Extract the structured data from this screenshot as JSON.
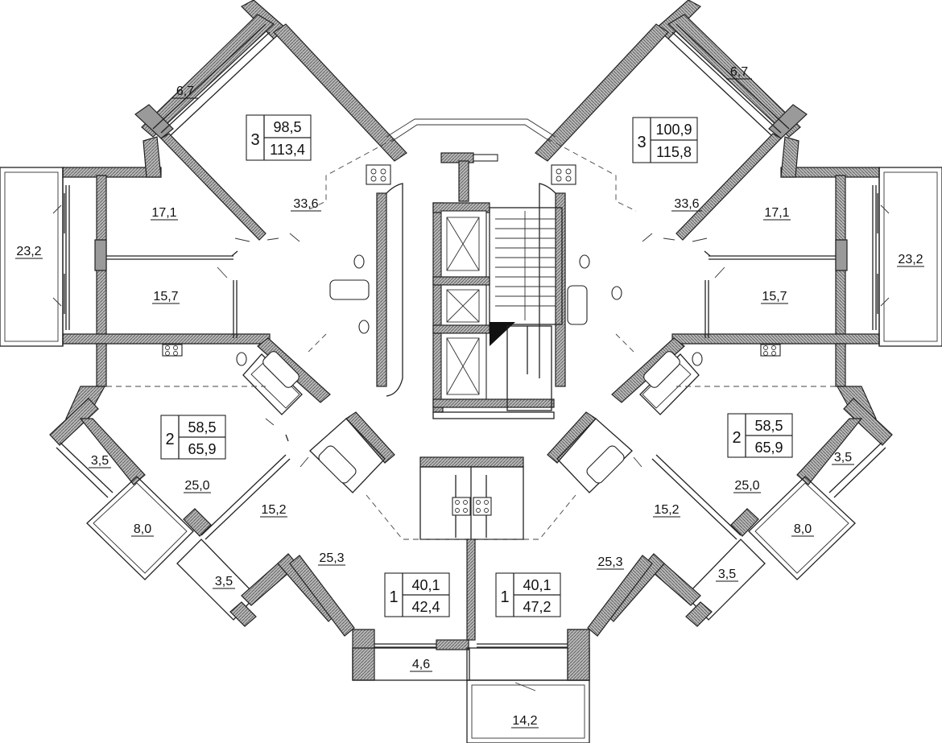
{
  "apartments": [
    {
      "id": "apt-3-left",
      "rooms": "3",
      "living_area": "98,5",
      "total_area": "113,4"
    },
    {
      "id": "apt-3-right",
      "rooms": "3",
      "living_area": "100,9",
      "total_area": "115,8"
    },
    {
      "id": "apt-2-left",
      "rooms": "2",
      "living_area": "58,5",
      "total_area": "65,9"
    },
    {
      "id": "apt-2-right",
      "rooms": "2",
      "living_area": "58,5",
      "total_area": "65,9"
    },
    {
      "id": "apt-1-left",
      "rooms": "1",
      "living_area": "40,1",
      "total_area": "42,4"
    },
    {
      "id": "apt-1-right",
      "rooms": "1",
      "living_area": "40,1",
      "total_area": "47,2"
    }
  ],
  "room_areas": {
    "balcony_top_left": "6,7",
    "balcony_top_right": "6,7",
    "hall_left_3": "33,6",
    "hall_right_3": "33,6",
    "bedroom_left_top": "17,1",
    "bedroom_right_top": "17,1",
    "bedroom_left_mid": "15,7",
    "bedroom_right_mid": "15,7",
    "loggia_left": "23,2",
    "loggia_right": "23,2",
    "balcony_left_small_1": "3,5",
    "balcony_right_small_1": "3,5",
    "living_left_2": "25,0",
    "living_right_2": "25,0",
    "balcony_left_8": "8,0",
    "balcony_right_8": "8,0",
    "bedroom_left_2": "15,2",
    "bedroom_right_2": "15,2",
    "balcony_left_small_2": "3,5",
    "balcony_right_small_2": "3,5",
    "living_left_1": "25,3",
    "living_right_1": "25,3",
    "balcony_bottom_left": "4,6",
    "balcony_bottom_right": "14,2"
  }
}
